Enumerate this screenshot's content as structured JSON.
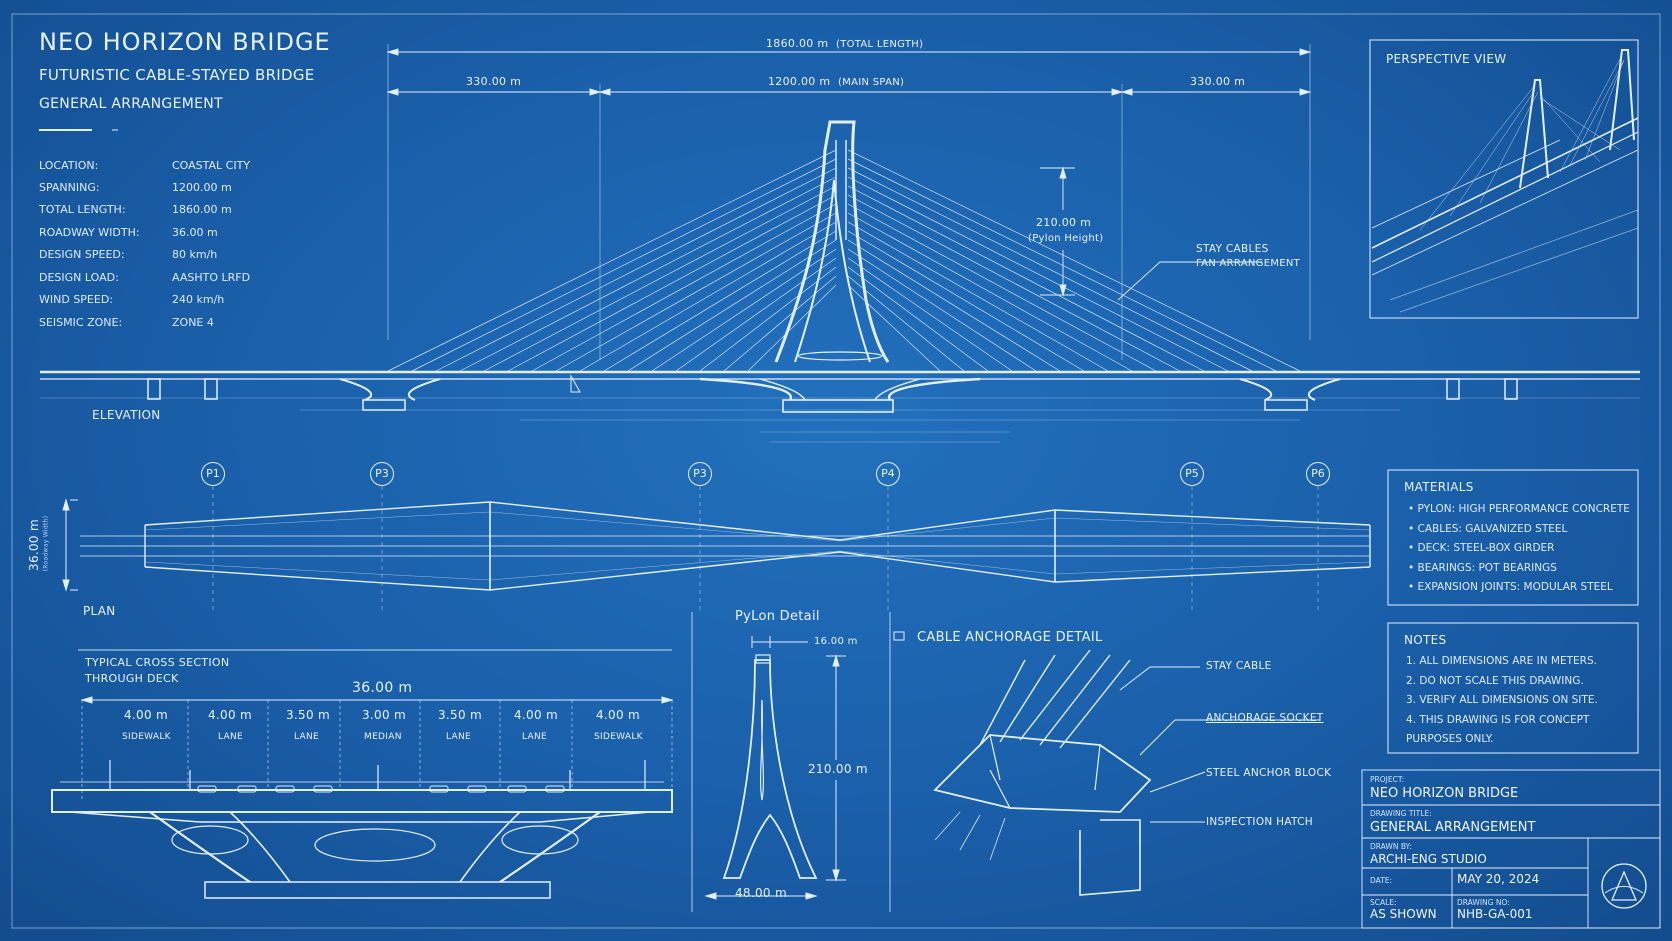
{
  "header": {
    "title": "NEO HORIZON BRIDGE",
    "subtitle": "FUTURISTIC CABLE-STAYED BRIDGE",
    "subtitle2": "GENERAL ARRANGEMENT"
  },
  "specs": [
    {
      "key": "LOCATION:",
      "value": "COASTAL CITY"
    },
    {
      "key": "SPANNING:",
      "value": "1200.00 m"
    },
    {
      "key": "TOTAL LENGTH:",
      "value": "1860.00 m"
    },
    {
      "key": "ROADWAY WIDTH:",
      "value": "36.00 m"
    },
    {
      "key": "DESIGN SPEED:",
      "value": "80 km/h"
    },
    {
      "key": "DESIGN LOAD:",
      "value": "AASHTO LRFD"
    },
    {
      "key": "WIND SPEED:",
      "value": "240 km/h"
    },
    {
      "key": "SEISMIC ZONE:",
      "value": "ZONE 4"
    }
  ],
  "dimensions": {
    "total": "1860.00 m",
    "total_note": "(TOTAL LENGTH)",
    "side_left": "330.00 m",
    "main": "1200.00 m",
    "main_note": "(MAIN SPAN)",
    "side_right": "330.00 m",
    "pylon_height": "210.00 m",
    "pylon_height_note": "(Pylon Height)"
  },
  "labels": {
    "stay_cables": "STAY CABLES",
    "fan_arrangement": "FAN ARRANGEMENT",
    "elevation": "ELEVATION",
    "plan": "PLAN",
    "plan_width": "36.00 m",
    "plan_width_small": "(Roadway Width)",
    "perspective": "PERSPECTIVE VIEW"
  },
  "piers": [
    "P1",
    "P3",
    "P3",
    "P4",
    "P5",
    "P6"
  ],
  "materials": {
    "title": "MATERIALS",
    "items": [
      "PYLON: HIGH PERFORMANCE CONCRETE",
      "CABLES: GALVANIZED STEEL",
      "DECK: STEEL-BOX GIRDER",
      "BEARINGS: POT BEARINGS",
      "EXPANSION JOINTS: MODULAR STEEL"
    ]
  },
  "notes": {
    "title": "NOTES",
    "items": [
      "1.  ALL DIMENSIONS ARE IN METERS.",
      "2.  DO NOT SCALE THIS DRAWING.",
      "3.  VERIFY ALL DIMENSIONS ON SITE.",
      "4.  THIS DRAWING IS FOR CONCEPT",
      "     PURPOSES ONLY."
    ]
  },
  "cross_section": {
    "title1": "TYPICAL CROSS SECTION",
    "title2": "THROUGH DECK",
    "total": "36.00 m",
    "lanes": [
      {
        "width": "4.00 m",
        "name": "SIDEWALK"
      },
      {
        "width": "4.00 m",
        "name": "LANE"
      },
      {
        "width": "3.50 m",
        "name": "LANE"
      },
      {
        "width": "3.00 m",
        "name": "MEDIAN"
      },
      {
        "width": "3.50 m",
        "name": "LANE"
      },
      {
        "width": "4.00 m",
        "name": "LANE"
      },
      {
        "width": "4.00 m",
        "name": "SIDEWALK"
      }
    ]
  },
  "pylon_detail": {
    "title": "PyLon Detail",
    "top_width": "16.00 m",
    "height": "210.00 m",
    "base_width": "48.00 m"
  },
  "anchorage": {
    "title": "CABLE ANCHORAGE DETAIL",
    "labels": [
      "STAY CABLE",
      "ANCHORAGE SOCKET",
      "STEEL ANCHOR BLOCK",
      "INSPECTION HATCH"
    ]
  },
  "title_block": {
    "project_label": "PROJECT:",
    "project": "NEO HORIZON BRIDGE",
    "drawing_title_label": "DRAWING TITLE:",
    "drawing_title": "GENERAL ARRANGEMENT",
    "drawn_by_label": "DRAWN BY:",
    "drawn_by": "ARCHI-ENG STUDIO",
    "date_label": "DATE:",
    "date": "MAY 20, 2024",
    "scale_label": "SCALE:",
    "scale": "AS SHOWN",
    "drawing_no_label": "DRAWING NO:",
    "drawing_no": "NHB-GA-001"
  },
  "colors": {
    "background": "#1b5fa8",
    "line": "#e6f2ff"
  }
}
